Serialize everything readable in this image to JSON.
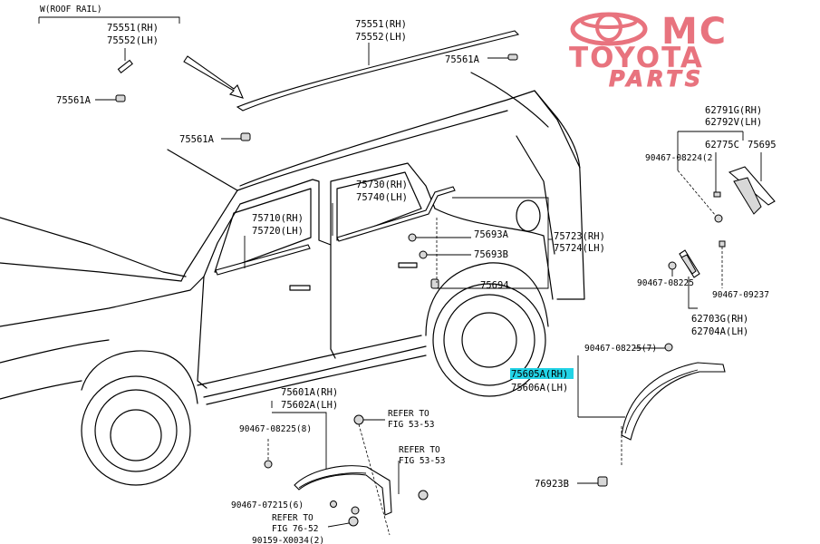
{
  "brand": {
    "logo_line1": "MC",
    "logo_line2": "TOYOTA",
    "logo_line3": "PARTS",
    "logo_color": "#e8737e",
    "highlight_color": "#22d3e6"
  },
  "section_label": "W(ROOF RAIL)",
  "labels": {
    "roof_rail_small_rh": "75551(RH)",
    "roof_rail_small_lh": "75552(LH)",
    "clip_75561a_left": "75561A",
    "roof_rail_main_rh": "75551(RH)",
    "roof_rail_main_lh": "75552(LH)",
    "clip_75561a_top": "75561A",
    "clip_75561a_mid": "75561A",
    "door_rear_rh": "75730(RH)",
    "door_rear_lh": "75740(LH)",
    "door_front_rh": "75710(RH)",
    "door_front_lh": "75720(LH)",
    "p_75693a": "75693A",
    "p_75693b": "75693B",
    "p_75694": "75694",
    "p_75723_rh": "75723(RH)",
    "p_75724_lh": "75724(LH)",
    "p_62791g_rh": "62791G(RH)",
    "p_62792v_lh": "62792V(LH)",
    "p_90467_08224": "90467-08224(2",
    "p_62775c": "62775C",
    "p_75695": "75695",
    "p_90467_08225_a": "90467-08225",
    "p_90467_09237": "90467-09237",
    "p_62703g_rh": "62703G(RH)",
    "p_62704a_lh": "62704A(LH)",
    "p_90467_08225_7": "90467-08225(7)",
    "p_75605a_rh": "75605A(RH)",
    "p_75606a_lh": "75606A(LH)",
    "p_76923b": "76923B",
    "p_75601a_rh": "75601A(RH)",
    "p_75602a_lh": "75602A(LH)",
    "p_90467_08225_8": "90467-08225(8)",
    "p_90467_07215": "90467-07215(6)",
    "p_90159_x0034": "90159-X0034(2)",
    "refer_1": "REFER TO",
    "refer_fig_1": "FIG 53-53",
    "refer_2": "REFER TO",
    "refer_fig_2": "FIG 53-53",
    "refer_3": "REFER TO",
    "refer_fig_3": "FIG 76-52"
  }
}
